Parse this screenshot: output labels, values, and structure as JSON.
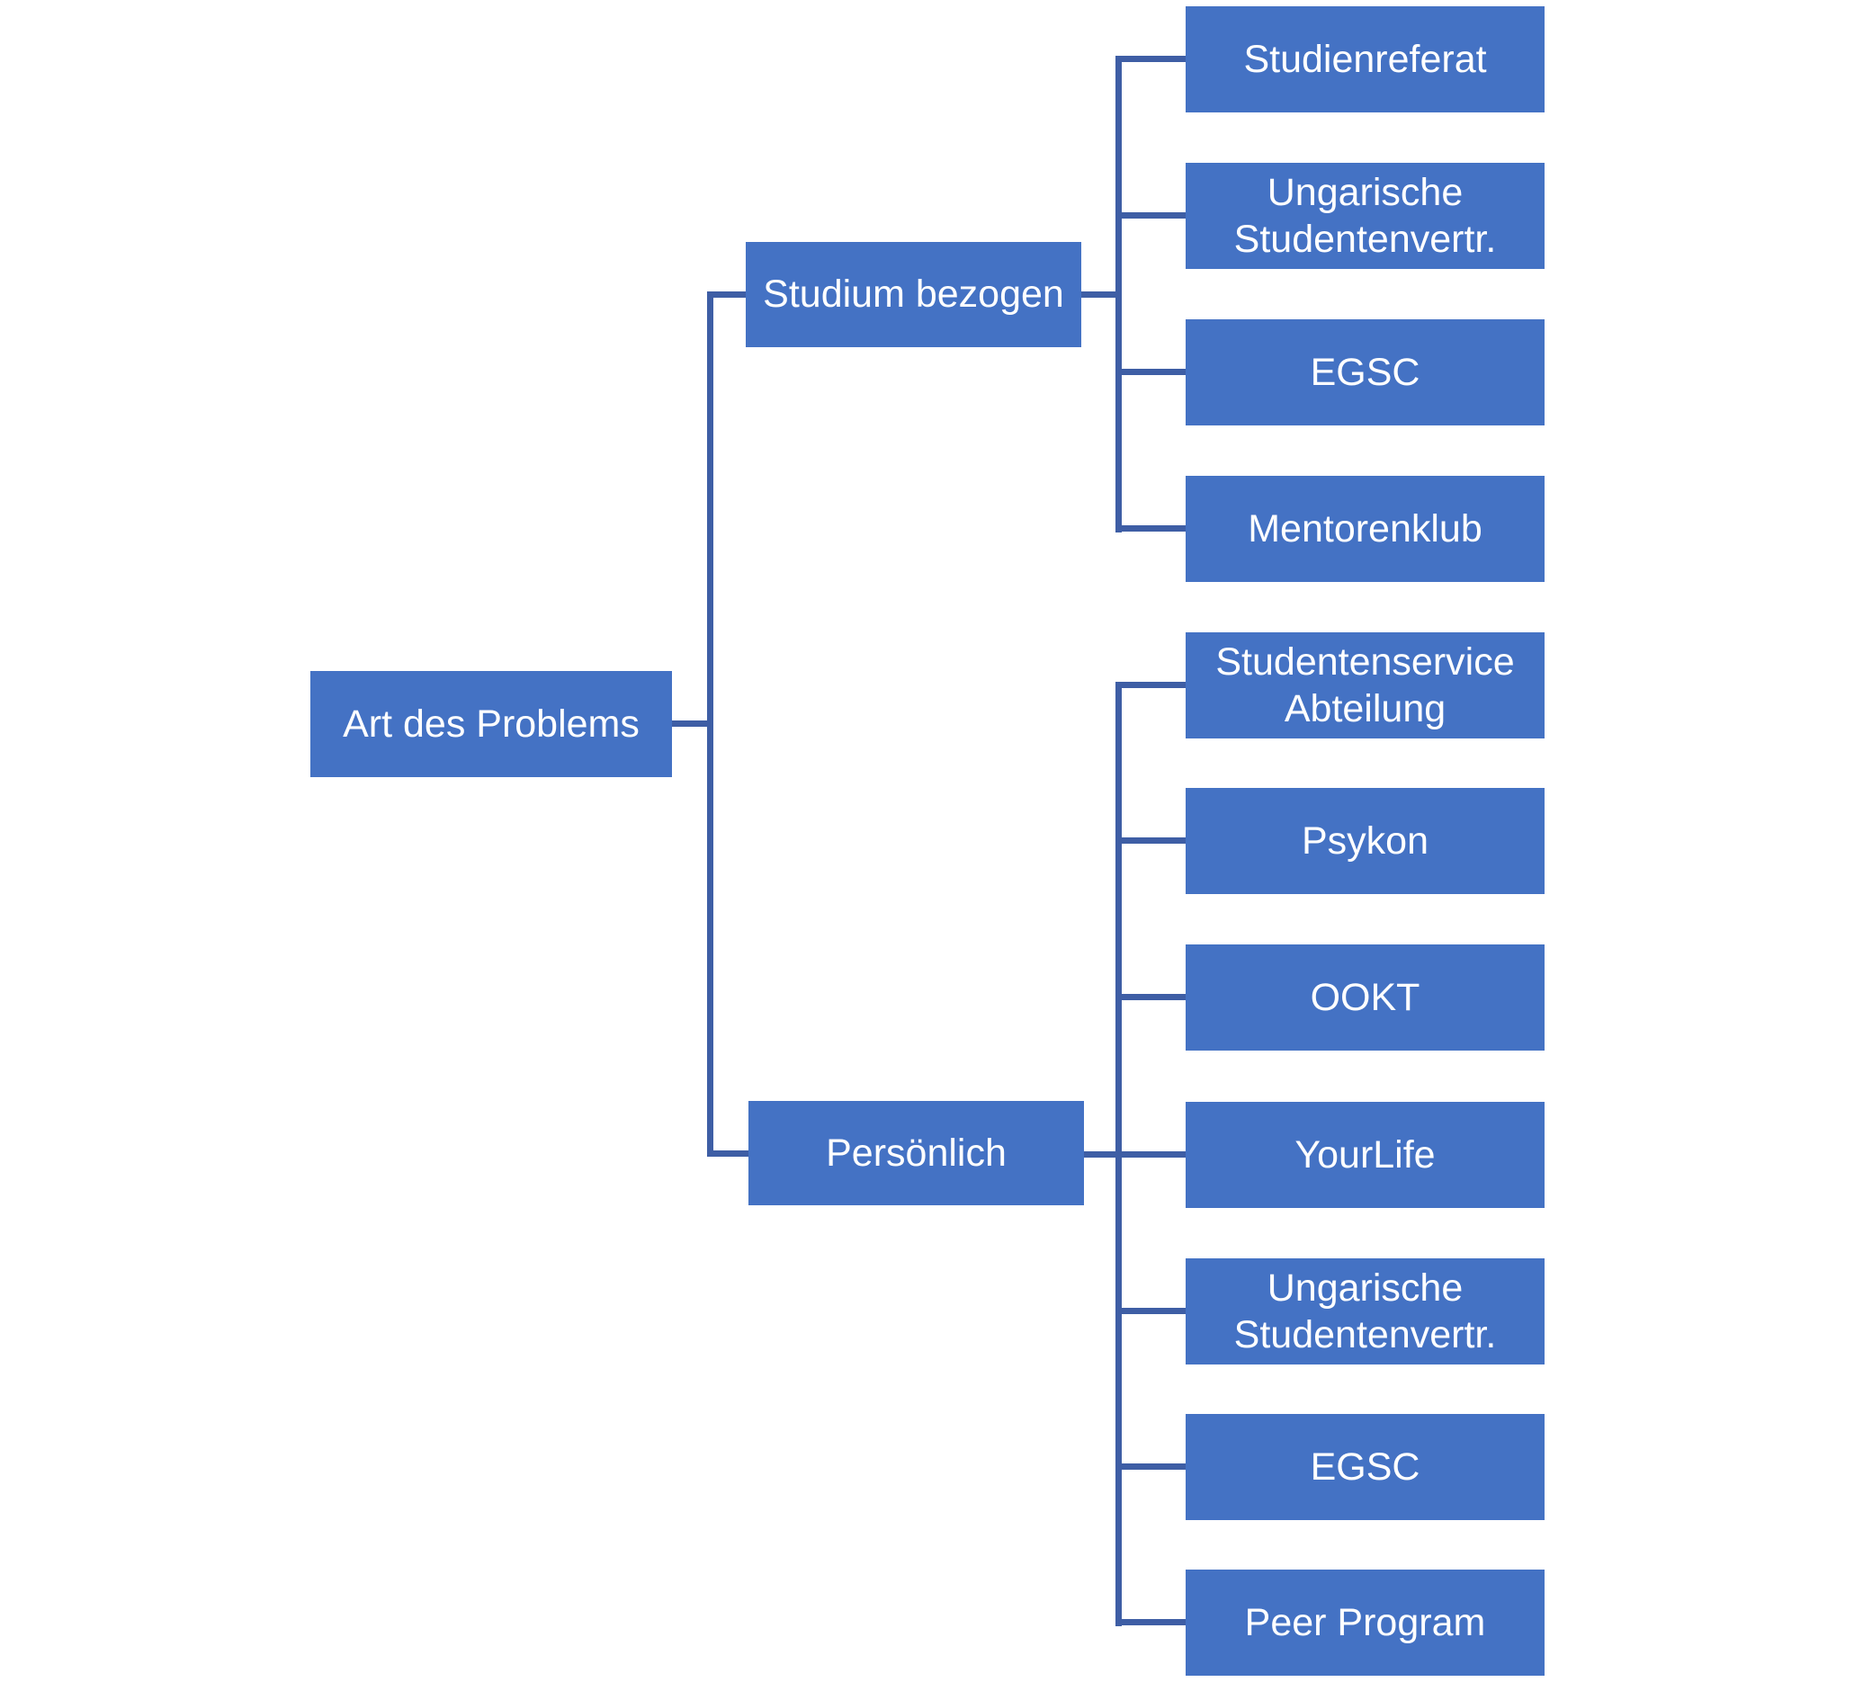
{
  "diagram": {
    "type": "hierarchy",
    "root": {
      "label": "Art des Problems"
    },
    "branches": [
      {
        "label": "Studium bezogen",
        "children": [
          {
            "label": "Studienreferat"
          },
          {
            "label": "Ungarische Studentenvertr."
          },
          {
            "label": "EGSC"
          },
          {
            "label": "Mentorenklub"
          }
        ]
      },
      {
        "label": "Persönlich",
        "children": [
          {
            "label": "Studentenservice Abteilung"
          },
          {
            "label": "Psykon"
          },
          {
            "label": "OOKT"
          },
          {
            "label": "YourLife"
          },
          {
            "label": "Ungarische Studentenvertr."
          },
          {
            "label": "EGSC"
          },
          {
            "label": "Peer Program"
          }
        ]
      }
    ],
    "colors": {
      "node_fill": "#4472C4",
      "node_text": "#FFFFFF",
      "connector": "#3E5EA5",
      "background": "#FFFFFF"
    }
  }
}
